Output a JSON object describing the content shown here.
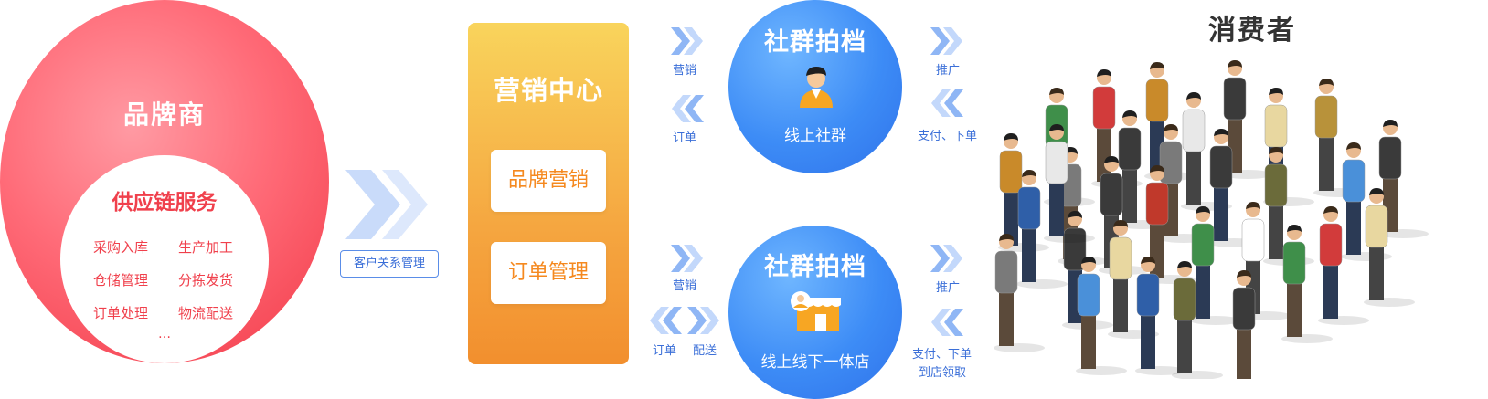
{
  "brand": {
    "title": "品牌商",
    "supply_title": "供应链服务",
    "items": [
      "采购入库",
      "生产加工",
      "仓储管理",
      "分拣发货",
      "订单处理",
      "物流配送"
    ],
    "more": "…"
  },
  "crm_label": "客户关系管理",
  "marketing": {
    "title": "营销中心",
    "cards": [
      "品牌营销",
      "订单管理"
    ]
  },
  "top_flow": {
    "left_labels": [
      "营销",
      "订单"
    ],
    "circle_title": "社群拍档",
    "circle_sub": "线上社群",
    "right_labels": [
      "推广",
      "支付、下单"
    ]
  },
  "bottom_flow": {
    "left_labels": [
      "营销",
      "订单",
      "配送"
    ],
    "circle_title": "社群拍档",
    "circle_sub": "线上线下一体店",
    "right_labels": [
      "推广",
      "支付、下单",
      "到店领取"
    ]
  },
  "consumers": {
    "title": "消费者"
  },
  "colors": {
    "brand_red": "#f0404c",
    "marketing_orange": "#f5891f",
    "flow_blue": "#3d8cf6",
    "chevron_light": "#cfe0fb"
  }
}
